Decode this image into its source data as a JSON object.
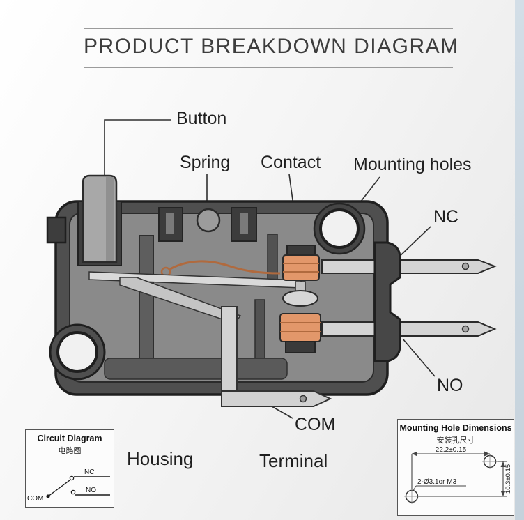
{
  "title": "PRODUCT BREAKDOWN DIAGRAM",
  "labels": {
    "button": "Button",
    "spring": "Spring",
    "contact": "Contact",
    "mounting_holes": "Mounting holes",
    "nc": "NC",
    "no": "NO",
    "com": "COM",
    "housing": "Housing",
    "terminal": "Terminal"
  },
  "circuit_box": {
    "title": "Circuit Diagram",
    "subtitle": "电路图",
    "com": "COM",
    "nc": "NC",
    "no": "NO"
  },
  "mounting_box": {
    "title": "Mounting Hole Dimensions",
    "subtitle": "安装孔尺寸",
    "width_dim": "22.2±0.15",
    "hole_spec": "2-Ø3.1or M3",
    "height_dim": "10.3±0.15"
  },
  "colors": {
    "contact_orange": "#e2976a",
    "housing_gray": "#4f4f4f",
    "terminal_silver": "#d4d4d4",
    "edge_band_blue": "#ccd9e2"
  }
}
